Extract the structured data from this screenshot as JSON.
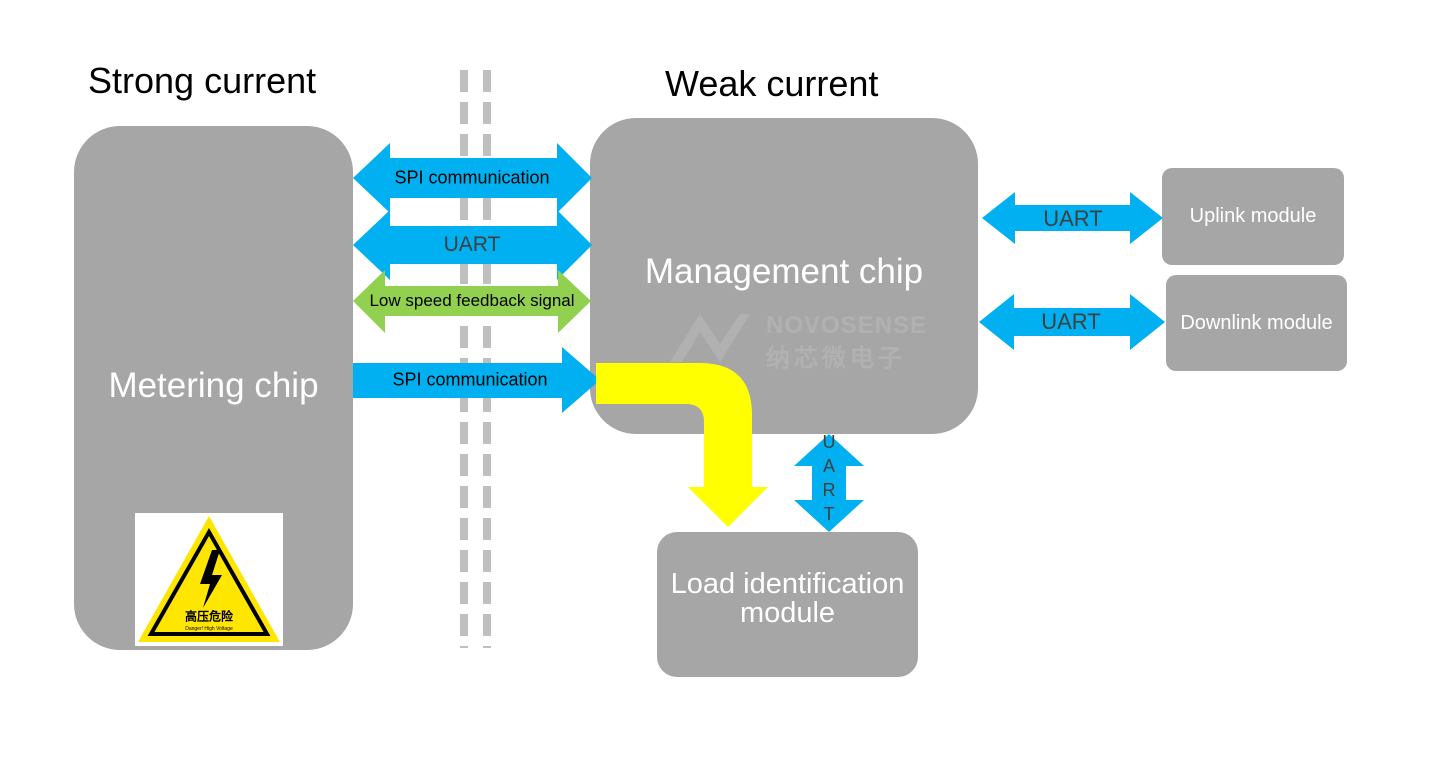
{
  "headings": {
    "strong": "Strong current",
    "weak": "Weak current"
  },
  "boxes": {
    "metering": "Metering chip",
    "management": "Management chip",
    "uplink": "Uplink module",
    "downlink": "Downlink module",
    "load": "Load identification module"
  },
  "arrows": {
    "spi_top": "SPI communication",
    "uart_left": "UART",
    "feedback": "Low speed feedback signal",
    "spi_bottom": "SPI communication",
    "uart_uplink": "UART",
    "uart_downlink": "UART",
    "uart_vertical": "UART"
  },
  "warning_sign": {
    "text": "高压危险",
    "subtext": "Danger! High Voltage"
  },
  "watermark": {
    "brand": "NOVOSENSE",
    "brand_cn": "纳芯微电子"
  },
  "colors": {
    "box": "#a6a6a6",
    "blue_arrow": "#00b0f0",
    "green_arrow": "#92d050",
    "yellow_arrow": "#ffff00",
    "divider": "#bfbfbf",
    "warning": "#ffe600"
  }
}
